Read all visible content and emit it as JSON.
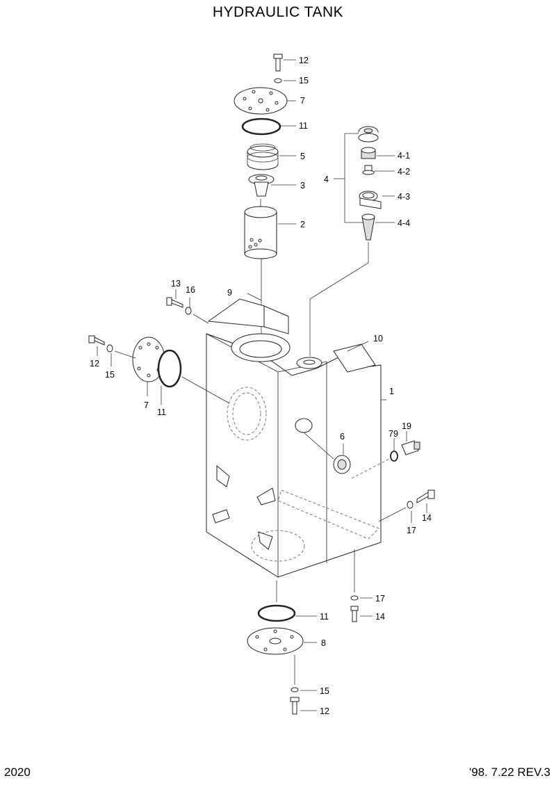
{
  "title": "HYDRAULIC TANK",
  "footer": {
    "left": "2020",
    "right": "'98. 7.22 REV.3"
  },
  "callouts": [
    {
      "id": "c12a",
      "text": "12"
    },
    {
      "id": "c15a",
      "text": "15"
    },
    {
      "id": "c7a",
      "text": "7"
    },
    {
      "id": "c11a",
      "text": "11"
    },
    {
      "id": "c5",
      "text": "5"
    },
    {
      "id": "c3",
      "text": "3"
    },
    {
      "id": "c2",
      "text": "2"
    },
    {
      "id": "c4",
      "text": "4"
    },
    {
      "id": "c4_1",
      "text": "4-1"
    },
    {
      "id": "c4_2",
      "text": "4-2"
    },
    {
      "id": "c4_3",
      "text": "4-3"
    },
    {
      "id": "c4_4",
      "text": "4-4"
    },
    {
      "id": "c13",
      "text": "13"
    },
    {
      "id": "c16",
      "text": "16"
    },
    {
      "id": "c9",
      "text": "9"
    },
    {
      "id": "c10",
      "text": "10"
    },
    {
      "id": "c12b",
      "text": "12"
    },
    {
      "id": "c15b",
      "text": "15"
    },
    {
      "id": "c7b",
      "text": "7"
    },
    {
      "id": "c11b",
      "text": "11"
    },
    {
      "id": "c1",
      "text": "1"
    },
    {
      "id": "c19",
      "text": "19"
    },
    {
      "id": "c79",
      "text": "79"
    },
    {
      "id": "c6",
      "text": "6"
    },
    {
      "id": "c14a",
      "text": "14"
    },
    {
      "id": "c17a",
      "text": "17"
    },
    {
      "id": "c17b",
      "text": "17"
    },
    {
      "id": "c14b",
      "text": "14"
    },
    {
      "id": "c11c",
      "text": "11"
    },
    {
      "id": "c8",
      "text": "8"
    },
    {
      "id": "c15c",
      "text": "15"
    },
    {
      "id": "c12c",
      "text": "12"
    }
  ]
}
